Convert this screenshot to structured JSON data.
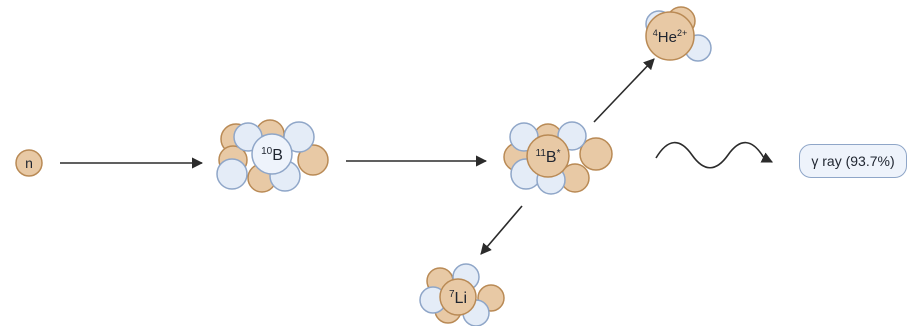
{
  "particles": {
    "neutron": "n",
    "boron10": {
      "mass": "10",
      "symbol": "B",
      "charge": ""
    },
    "boron11": {
      "mass": "11",
      "symbol": "B",
      "charge": "*"
    },
    "helium4": {
      "mass": "4",
      "symbol": "He",
      "charge": "2+"
    },
    "lithium7": {
      "mass": "7",
      "symbol": "Li",
      "charge": ""
    }
  },
  "gamma_label": "γ ray (93.7%)",
  "colors": {
    "proton_fill": "#e8c9a5",
    "proton_stroke": "#b98a55",
    "neutron_fill": "#e4ecf7",
    "neutron_stroke": "#8fa6c8",
    "arrow": "#2b2b2b"
  }
}
